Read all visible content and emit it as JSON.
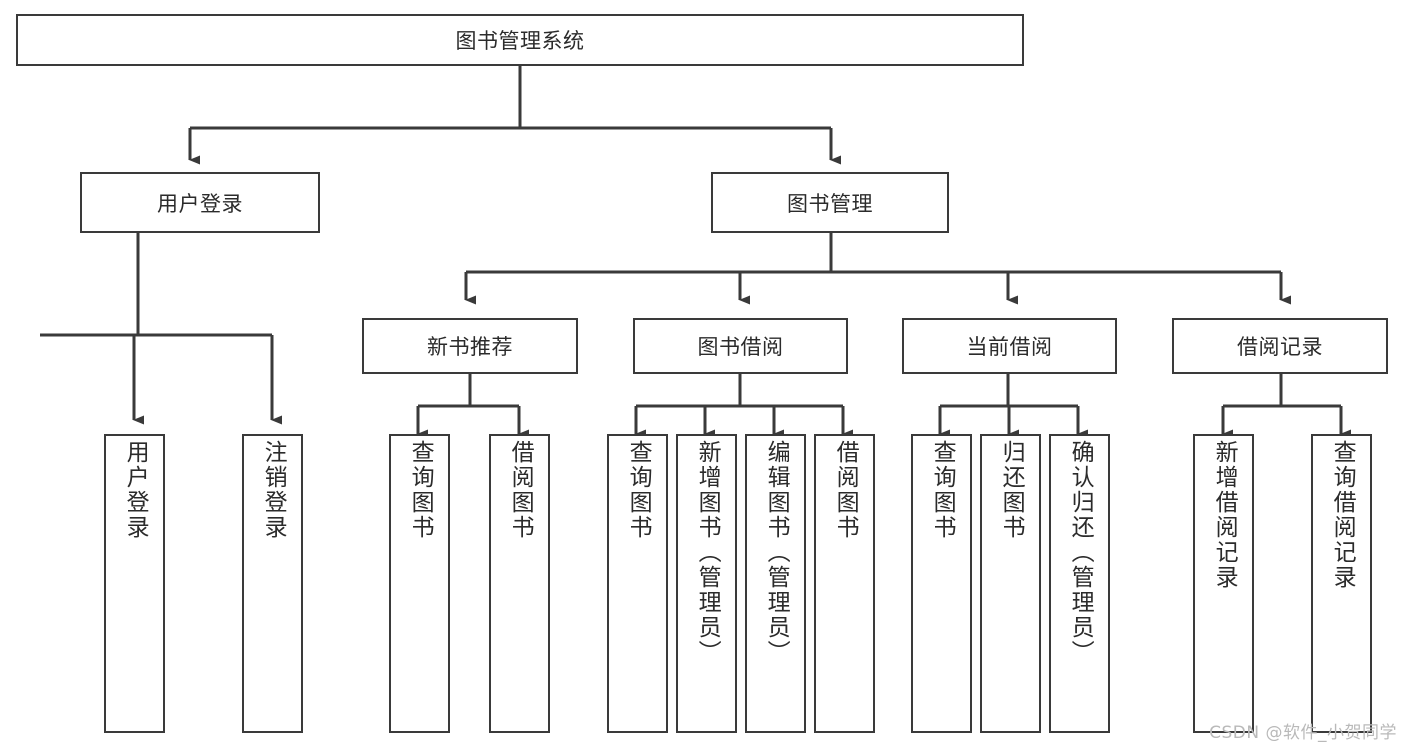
{
  "diagram": {
    "title": "图书管理系统",
    "type": "tree-hierarchy-diagram",
    "watermark": "CSDN @软件_小贺同学",
    "colors": {
      "stroke": "#3a3a3a",
      "fill": "#ffffff",
      "text": "#2b2b2b",
      "watermark": "#b9b9b9"
    },
    "levels": {
      "root": {
        "label": "图书管理系统"
      },
      "level2": [
        {
          "label": "用户登录"
        },
        {
          "label": "图书管理"
        }
      ],
      "level3": [
        {
          "label": "新书推荐"
        },
        {
          "label": "图书借阅"
        },
        {
          "label": "当前借阅"
        },
        {
          "label": "借阅记录"
        }
      ],
      "leaves": [
        {
          "label": "用户登录"
        },
        {
          "label": "注销登录"
        },
        {
          "label": "查询图书"
        },
        {
          "label": "借阅图书"
        },
        {
          "label": "查询图书"
        },
        {
          "label": "新增图书（管理员）"
        },
        {
          "label": "编辑图书（管理员）"
        },
        {
          "label": "借阅图书"
        },
        {
          "label": "查询图书"
        },
        {
          "label": "归还图书"
        },
        {
          "label": "确认归还（管理员）"
        },
        {
          "label": "新增借阅记录"
        },
        {
          "label": "查询借阅记录"
        }
      ]
    }
  }
}
